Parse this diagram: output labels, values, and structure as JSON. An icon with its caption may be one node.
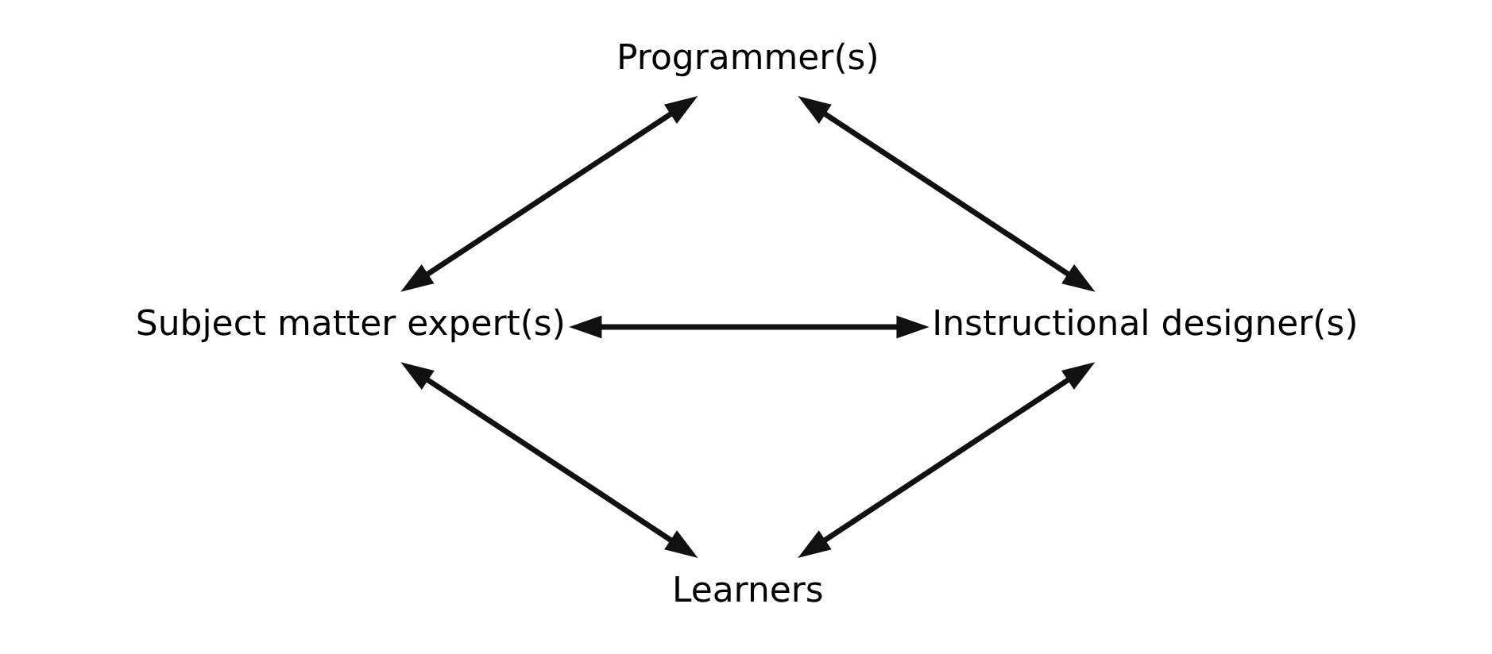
{
  "diagram": {
    "nodes": [
      {
        "text": [
          "Programmer(s)"
        ]
      },
      {
        "text": [
          "Subject matter expert(s)"
        ]
      },
      {
        "text": [
          "Instructional designer(s)"
        ]
      },
      {
        "text": [
          "Learners"
        ]
      }
    ],
    "edges": [
      {
        "from": 0,
        "to": 1,
        "arrow": "both"
      },
      {
        "from": 0,
        "to": 2,
        "arrow": "both"
      },
      {
        "from": 1,
        "to": 2,
        "arrow": "both"
      },
      {
        "from": 1,
        "to": 3,
        "arrow": "both"
      },
      {
        "from": 2,
        "to": 3,
        "arrow": "both"
      }
    ]
  }
}
